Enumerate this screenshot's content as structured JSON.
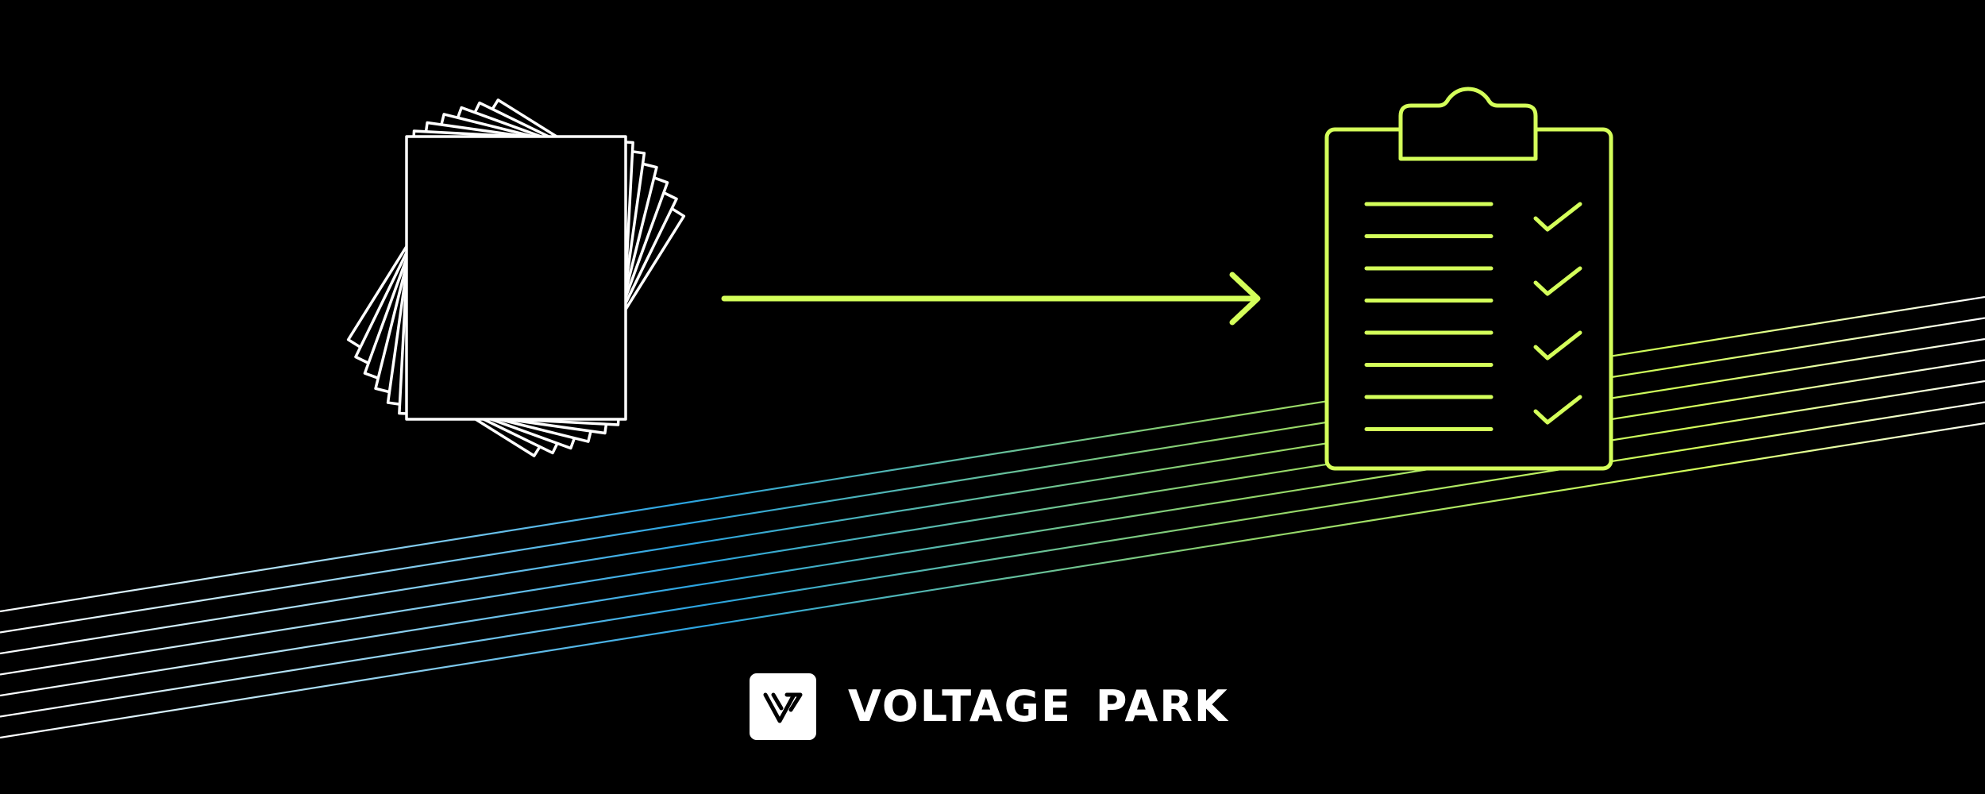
{
  "brand": {
    "name_first": "VOLTAGE",
    "name_second": "PARK",
    "logo_icon": "voltage-park-logo-icon"
  },
  "colors": {
    "background": "#000000",
    "documents_stroke": "#ffffff",
    "accent": "#d4ff5a",
    "line_light": "#ffffff",
    "line_blue": "#2aa3e0"
  },
  "illustration": {
    "left_icon": "document-stack-icon",
    "middle_icon": "right-arrow-icon",
    "right_icon": "clipboard-checklist-icon",
    "checklist_items_checked": 4,
    "checklist_lines": 8
  }
}
